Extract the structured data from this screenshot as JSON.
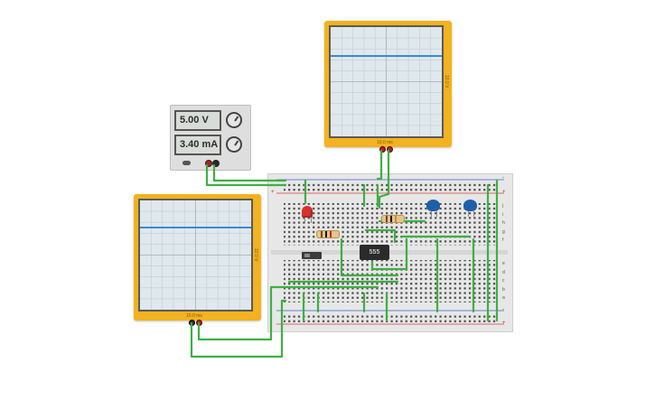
{
  "power_supply": {
    "voltage_display": "5.00 V",
    "current_display": "3.40 mA"
  },
  "scope_top": {
    "time_label": "10.0 ms",
    "volts_label": "10.0 V"
  },
  "scope_left": {
    "time_label": "10.0 ms",
    "volts_label": "10.0 V"
  },
  "breadboard": {
    "chip_label": "555",
    "plus_label": "+",
    "minus_label": "-",
    "row_letters_top": [
      "j",
      "i",
      "h",
      "g",
      "f"
    ],
    "row_letters_bottom": [
      "e",
      "d",
      "c",
      "b",
      "a"
    ]
  },
  "colors": {
    "scope_body": "#f3b21f",
    "trace": "#3a8ad6",
    "wire": "#3cb043",
    "rail_red": "#d43c3c",
    "rail_blue": "#3a62c8"
  }
}
